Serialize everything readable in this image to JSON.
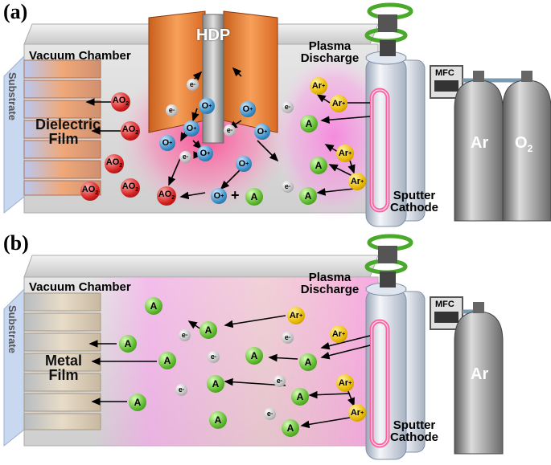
{
  "panel_a": {
    "tag": "(a)",
    "chamber": "Vacuum Chamber",
    "hdp": "HDP",
    "plasma": "Plasma Discharge",
    "film": "Dielectric Film",
    "substrate": "Substrate",
    "cathode": "Sputter Cathode",
    "mfc": "MFC",
    "tanks": [
      "Ar",
      "O2"
    ],
    "ions": {
      "ar": "Ar",
      "a": "A",
      "ao": "AO2",
      "o": "O",
      "e": "e",
      "plus": "+"
    }
  },
  "panel_b": {
    "tag": "(b)",
    "chamber": "Vacuum Chamber",
    "plasma": "Plasma Discharge",
    "film": "Metal Film",
    "substrate": "Substrate",
    "cathode": "Sputter Cathode",
    "mfc": "MFC",
    "tanks": [
      "Ar"
    ],
    "ions": {
      "ar": "Ar",
      "a": "A",
      "e": "e"
    }
  },
  "colors": {
    "chamber": "#d4d4d4",
    "hdp": "#f08a3a",
    "plasma_pink": "#ff60c0",
    "argon_ion": "#e8b800",
    "metal_atom": "#5cb82c",
    "oxide": "#d42020",
    "oxygen_ion": "#3a8ec8"
  }
}
